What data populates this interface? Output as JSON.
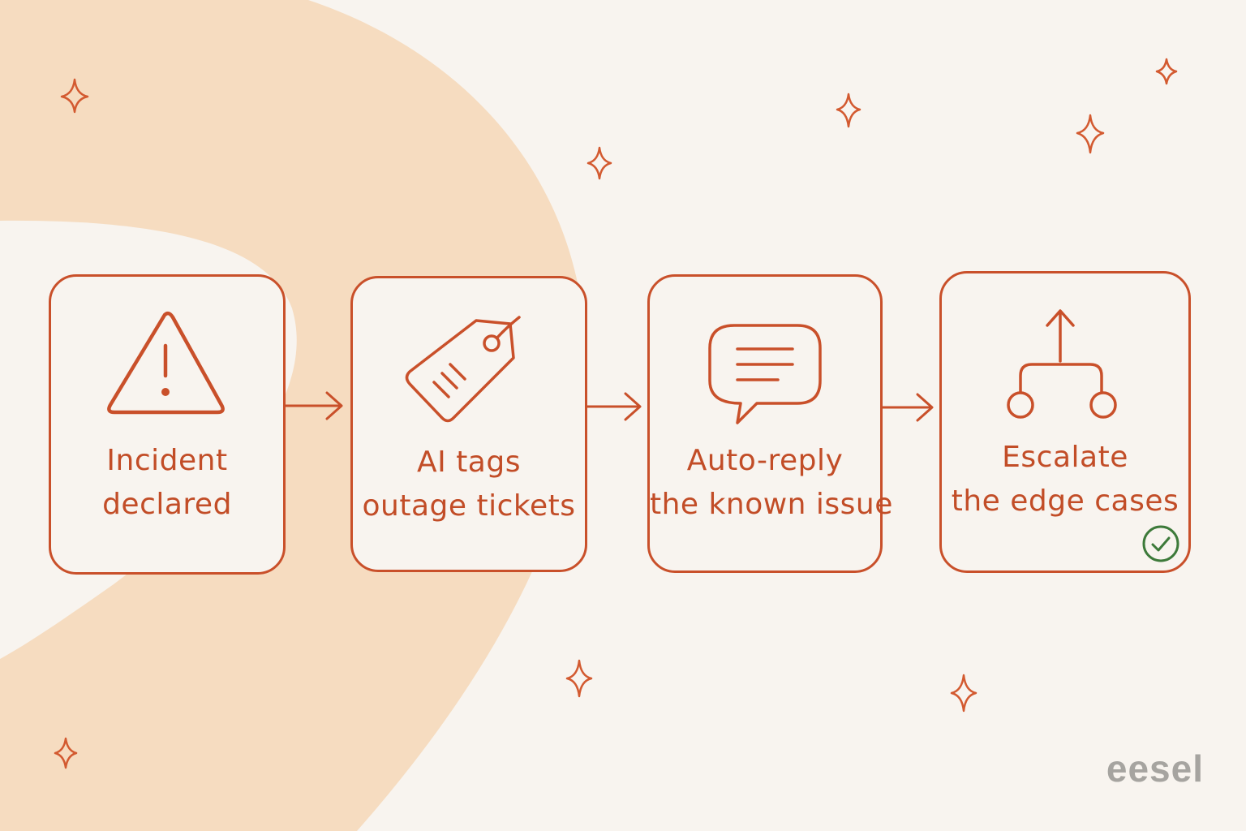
{
  "steps": [
    {
      "line1": "Incident",
      "line2": "declared",
      "icon": "warning-icon"
    },
    {
      "line1": "AI tags",
      "line2": "outage tickets",
      "icon": "tag-icon"
    },
    {
      "line1": "Auto-reply",
      "line2": "the known issue",
      "icon": "chat-bubble-icon"
    },
    {
      "line1": "Escalate",
      "line2": "the edge cases",
      "icon": "branch-arrow-icon"
    }
  ],
  "logo": "eesel",
  "colors": {
    "accent": "#c9502a",
    "background": "#f8f4ef",
    "blob": "#f6dcc0",
    "check": "#3d7a3a",
    "logo": "#a6a4a0"
  }
}
